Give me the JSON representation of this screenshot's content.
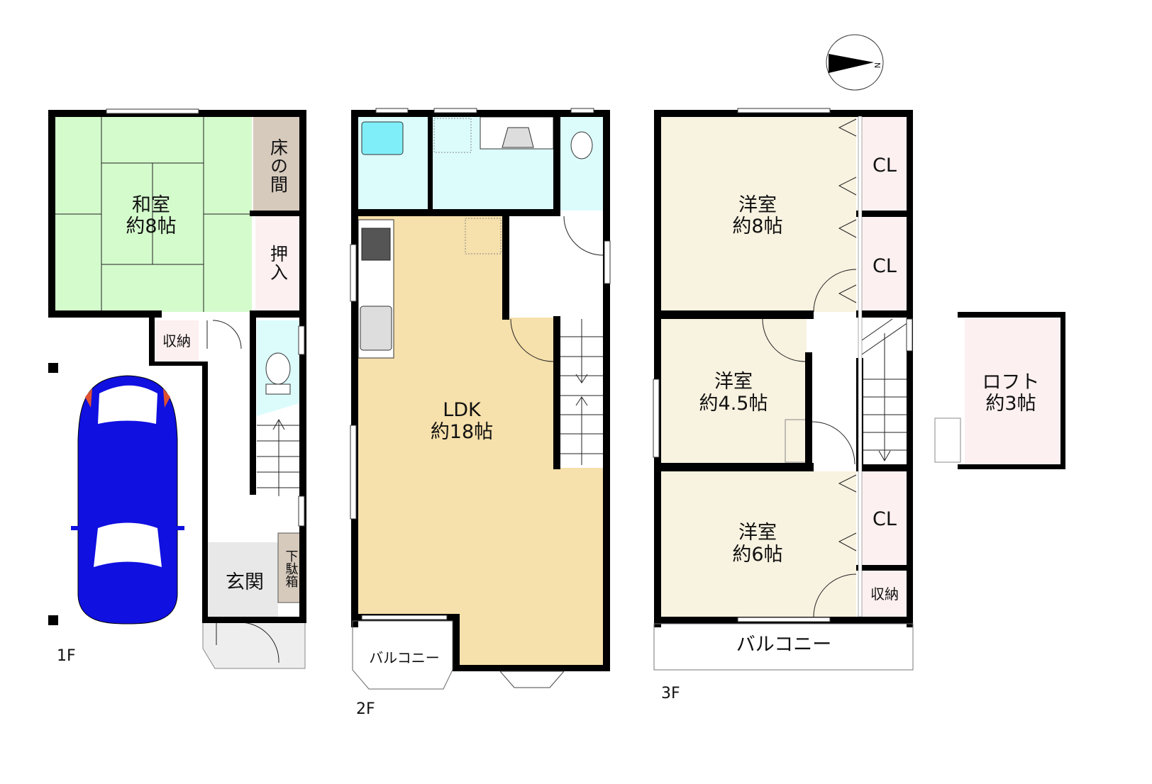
{
  "compass": {
    "label": "N",
    "icon": "north-arrow-icon"
  },
  "colors": {
    "tatami": "#d4fbcc",
    "tokonoma": "#d6cabd",
    "storage": "#fdf0f0",
    "water": "#dcfcfc",
    "bathtub": "#80eef8",
    "ldk": "#f6e0ab",
    "western": "#f8f2e0",
    "genkan": "#e8e8e8",
    "car": "#1010e0"
  },
  "floors": [
    {
      "label": "1F",
      "rooms": [
        {
          "name": "和室",
          "size": "約8帖"
        },
        {
          "name": "床の間"
        },
        {
          "name": "押入"
        },
        {
          "name": "収納"
        },
        {
          "name": "玄関"
        },
        {
          "name": "下駄箱"
        }
      ]
    },
    {
      "label": "2F",
      "rooms": [
        {
          "name": "LDK",
          "size": "約18帖"
        },
        {
          "name": "バルコニー"
        }
      ]
    },
    {
      "label": "3F",
      "rooms": [
        {
          "name": "洋室",
          "size": "約8帖"
        },
        {
          "name": "CL"
        },
        {
          "name": "CL"
        },
        {
          "name": "洋室",
          "size": "約4.5帖"
        },
        {
          "name": "洋室",
          "size": "約6帖"
        },
        {
          "name": "CL"
        },
        {
          "name": "収納"
        },
        {
          "name": "バルコニー"
        },
        {
          "name": "ロフト",
          "size": "約3帖"
        }
      ]
    }
  ]
}
